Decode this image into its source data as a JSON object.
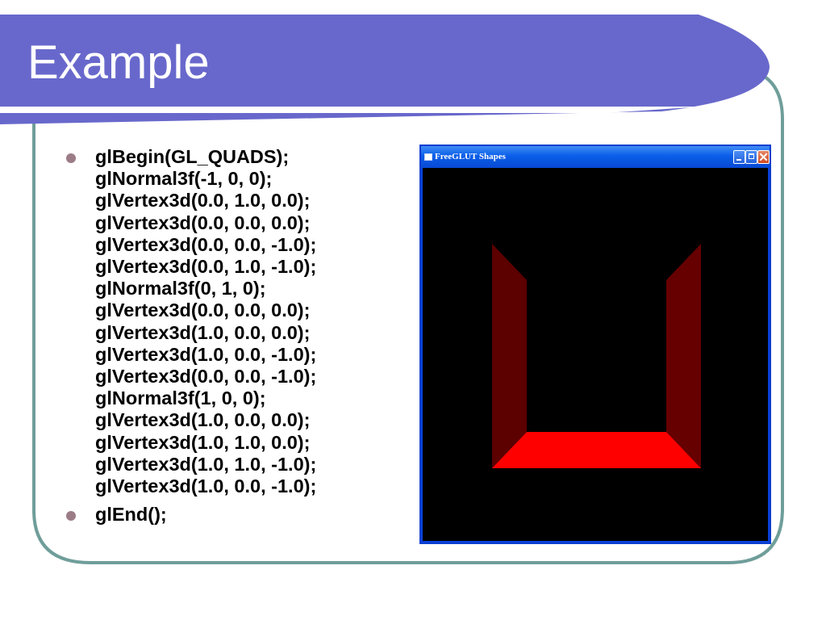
{
  "slide": {
    "title": "Example",
    "colors": {
      "title_band": "#6868cc",
      "frame_stroke": "#6f9e9a",
      "bullet": "#9c7c86"
    }
  },
  "bullets": [
    {
      "lines": [
        "glBegin(GL_QUADS);",
        "glNormal3f(-1, 0, 0);",
        "glVertex3d(0.0, 1.0, 0.0);",
        "glVertex3d(0.0, 0.0, 0.0);",
        "glVertex3d(0.0, 0.0, -1.0);",
        "glVertex3d(0.0, 1.0, -1.0);",
        "glNormal3f(0, 1, 0);",
        "glVertex3d(0.0, 0.0, 0.0);",
        "glVertex3d(1.0, 0.0, 0.0);",
        "glVertex3d(1.0, 0.0, -1.0);",
        "glVertex3d(0.0, 0.0, -1.0);",
        "glNormal3f(1, 0, 0);",
        "glVertex3d(1.0, 0.0, 0.0);",
        "glVertex3d(1.0, 1.0, 0.0);",
        "glVertex3d(1.0, 1.0, -1.0);",
        "glVertex3d(1.0, 0.0, -1.0);"
      ]
    },
    {
      "lines": [
        "glEnd();"
      ]
    }
  ],
  "window": {
    "title": "FreeGLUT Shapes",
    "icons": {
      "app": "app-window-icon",
      "minimize": "minimize-icon",
      "maximize": "maximize-icon",
      "close": "close-icon"
    },
    "colors": {
      "titlebar": "#0a5ee8",
      "viewport": "#000000",
      "left_face": "#5c0000",
      "right_face": "#660000",
      "floor_face": "#ff0000"
    }
  }
}
